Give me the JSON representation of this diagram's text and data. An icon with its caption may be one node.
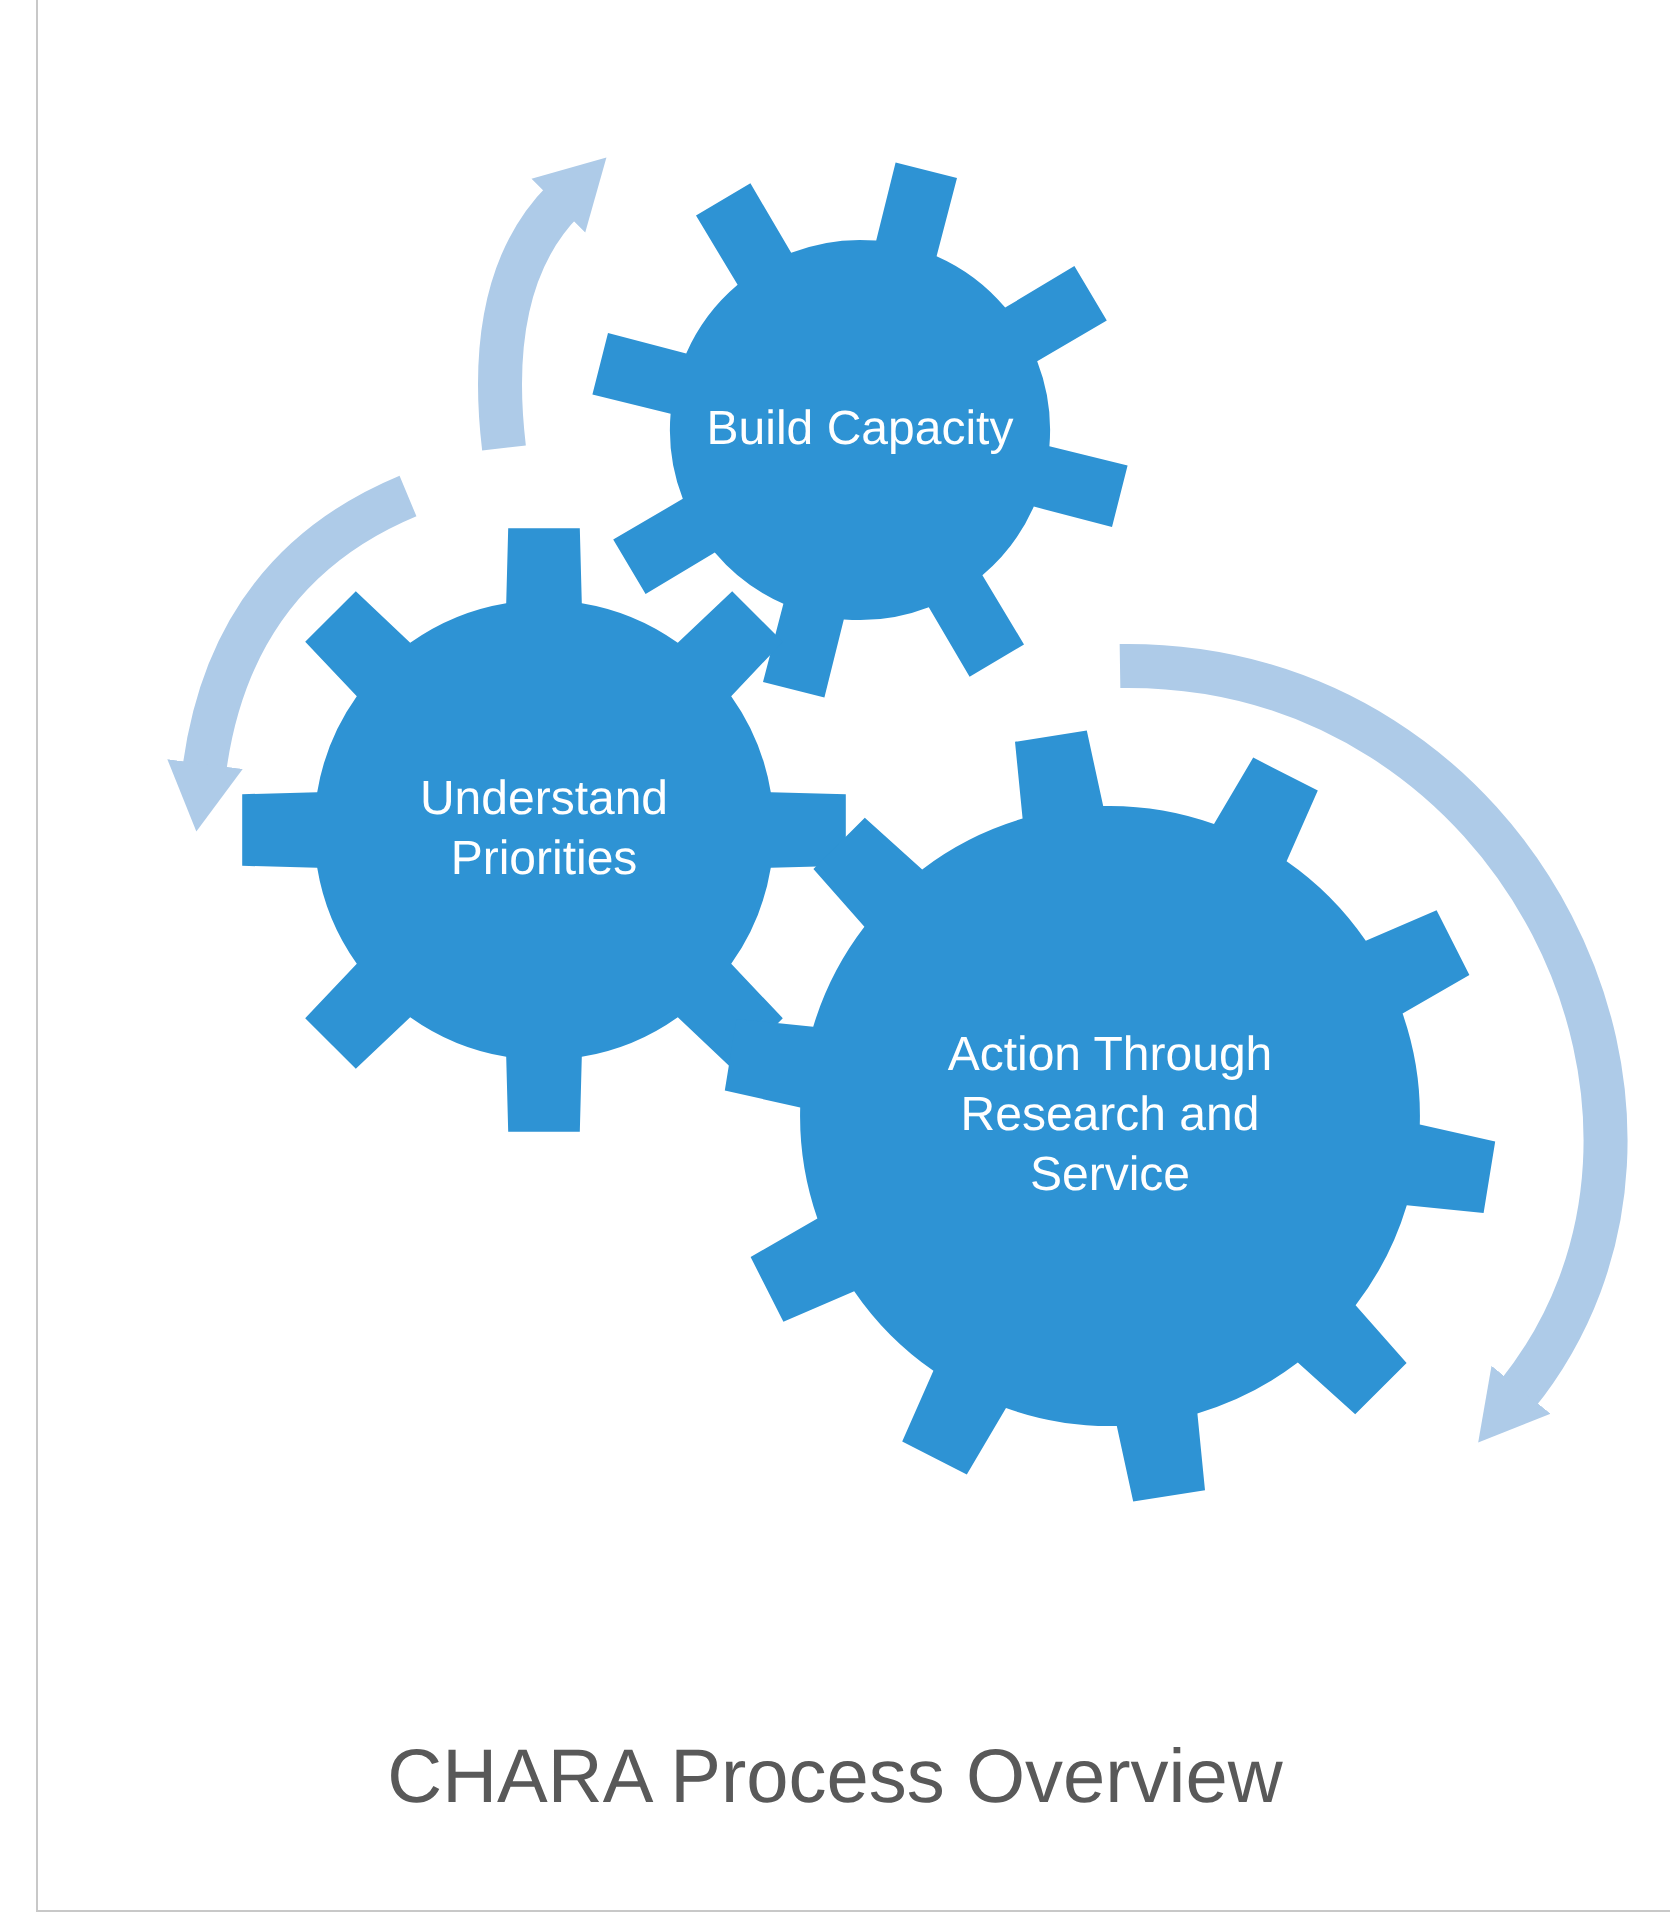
{
  "diagram": {
    "title": "CHARA Process Overview",
    "nodes": [
      {
        "text": [
          "Build Capacity"
        ]
      },
      {
        "text": [
          "Understand Priorities"
        ]
      },
      {
        "text": [
          "Action Through Research and Service"
        ]
      }
    ]
  }
}
